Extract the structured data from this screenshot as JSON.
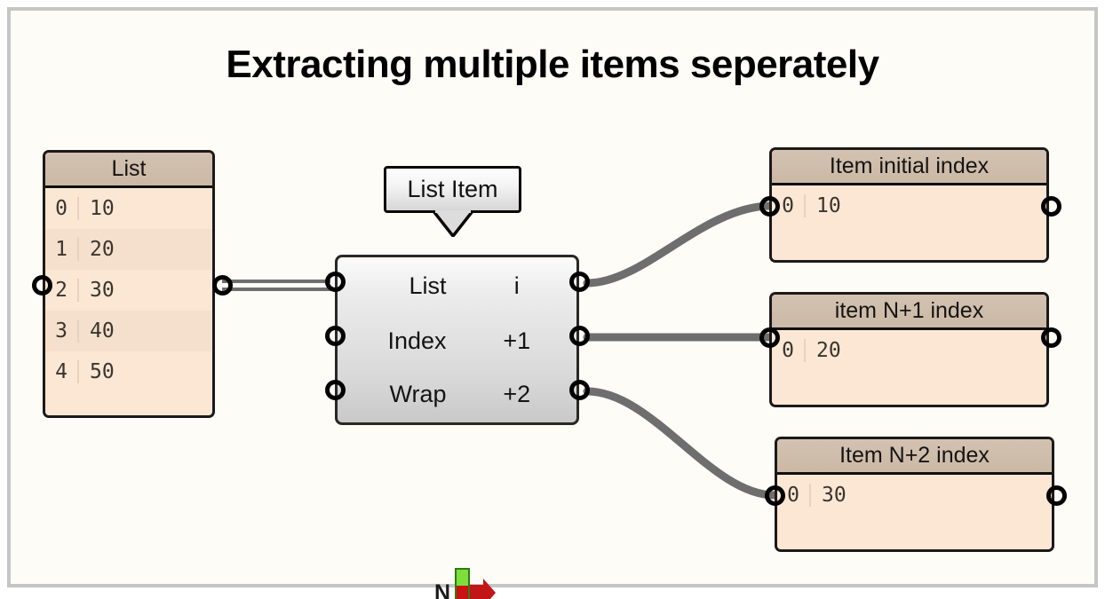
{
  "title": "Extracting multiple items seperately",
  "canvas": {
    "background_color": "#fdfcf7",
    "border_color": "#c6c6c6",
    "wire_color": "#6e6e6e"
  },
  "list_panel": {
    "header": "List",
    "rows": [
      {
        "index": "0",
        "value": "10"
      },
      {
        "index": "1",
        "value": "20"
      },
      {
        "index": "2",
        "value": "30"
      },
      {
        "index": "3",
        "value": "40"
      },
      {
        "index": "4",
        "value": "50"
      }
    ]
  },
  "component": {
    "label": "List Item",
    "inputs": [
      {
        "name": "List"
      },
      {
        "name": "Index"
      },
      {
        "name": "Wrap"
      }
    ],
    "outputs": [
      {
        "name": "i"
      },
      {
        "name": "+1"
      },
      {
        "name": "+2"
      }
    ],
    "icon": "list-item-icon"
  },
  "output_panels": [
    {
      "header": "Item initial index",
      "rows": [
        {
          "index": "0",
          "value": "10"
        }
      ]
    },
    {
      "header": "item N+1 index",
      "rows": [
        {
          "index": "0",
          "value": "20"
        }
      ]
    },
    {
      "header": "Item N+2 index",
      "rows": [
        {
          "index": "0",
          "value": "30"
        }
      ]
    }
  ]
}
